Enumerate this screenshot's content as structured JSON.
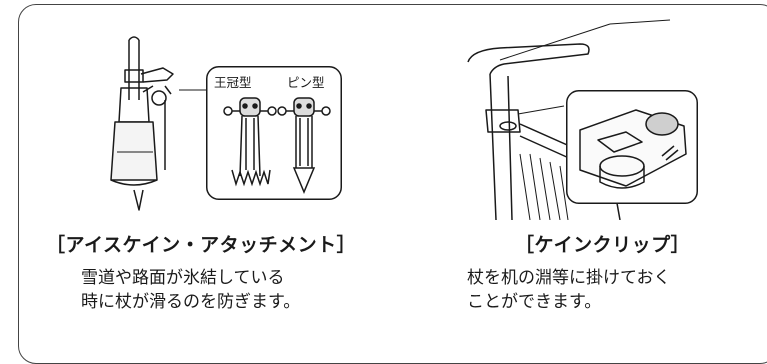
{
  "left": {
    "heading": "［アイスケイン・アタッチメント］",
    "description": [
      "雪道や路面が氷結している",
      "時に杖が滑るのを防ぎます。"
    ],
    "inset_labels": [
      "王冠型",
      "ピン型"
    ]
  },
  "right": {
    "heading": "［ケインクリップ］",
    "description": [
      "杖を机の淵等に掛けておく",
      "ことができます。"
    ]
  }
}
